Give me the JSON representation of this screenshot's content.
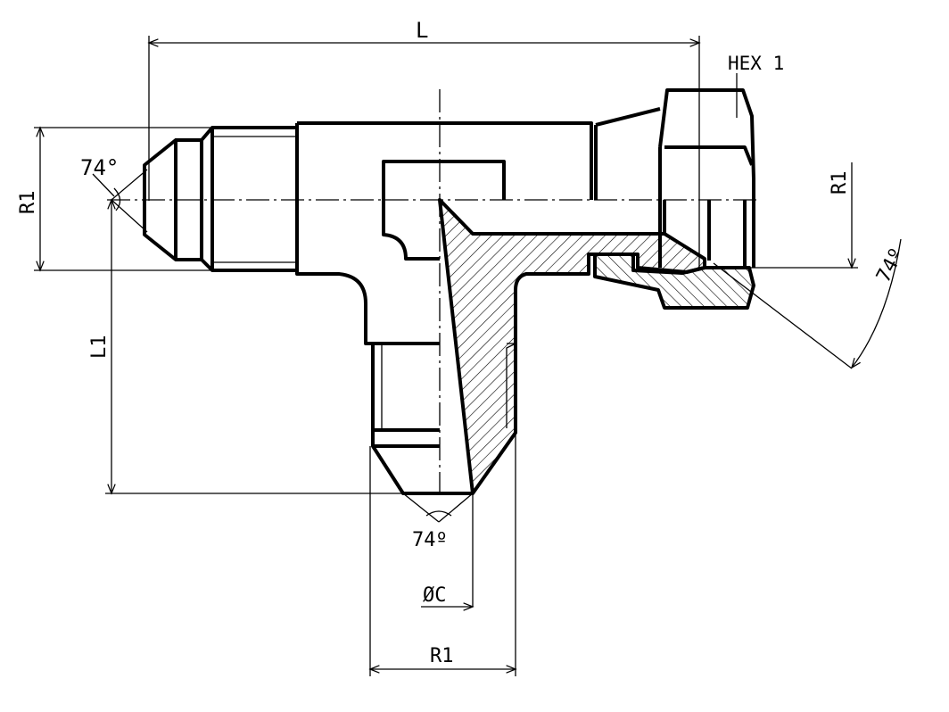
{
  "drawing": {
    "title": "Tee fitting with swivel nut, 74° flare",
    "labels": {
      "length": "L",
      "hex": "HEX 1",
      "thread_left": "R1",
      "thread_right": "R1",
      "thread_bottom": "R1",
      "height": "L1",
      "bore": "ØC",
      "angle_left": "74°",
      "angle_bottom": "74º",
      "angle_right": "74º"
    },
    "colors": {
      "line": "#000000",
      "background": "#ffffff"
    }
  }
}
